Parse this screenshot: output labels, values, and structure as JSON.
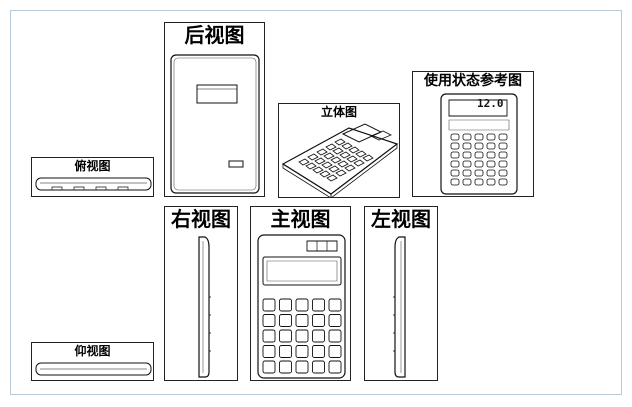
{
  "views": {
    "back": "后视图",
    "perspective": "立体图",
    "reference": "使用状态参考图",
    "top": "俯视图",
    "right": "右视图",
    "front": "主视图",
    "left": "左视图",
    "bottom": "仰视图"
  },
  "reference_display": "12.0"
}
